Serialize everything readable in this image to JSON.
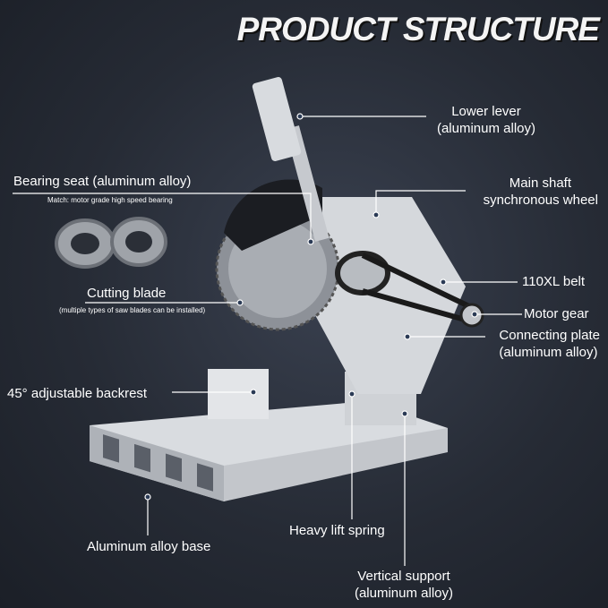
{
  "title": "PRODUCT STRUCTURE",
  "labels": {
    "lower_lever": "Lower lever",
    "lower_lever_material": "(aluminum alloy)",
    "bearing_seat": "Bearing seat (aluminum alloy)",
    "bearing_note": "Match: motor grade high speed bearing",
    "main_shaft": "Main shaft",
    "main_shaft_2": "synchronous wheel",
    "belt": "110XL belt",
    "motor_gear": "Motor gear",
    "connecting_plate": "Connecting plate",
    "connecting_plate_material": "(aluminum alloy)",
    "cutting_blade": "Cutting blade",
    "cutting_blade_note": "(multiple types of saw blades can be installed)",
    "backrest": "45° adjustable backrest",
    "base": "Aluminum alloy base",
    "spring": "Heavy lift spring",
    "vertical_support": "Vertical support",
    "vertical_support_material": "(aluminum alloy)"
  },
  "colors": {
    "background": "#262b35",
    "text": "#ffffff",
    "metal": "#c8cbd0"
  }
}
